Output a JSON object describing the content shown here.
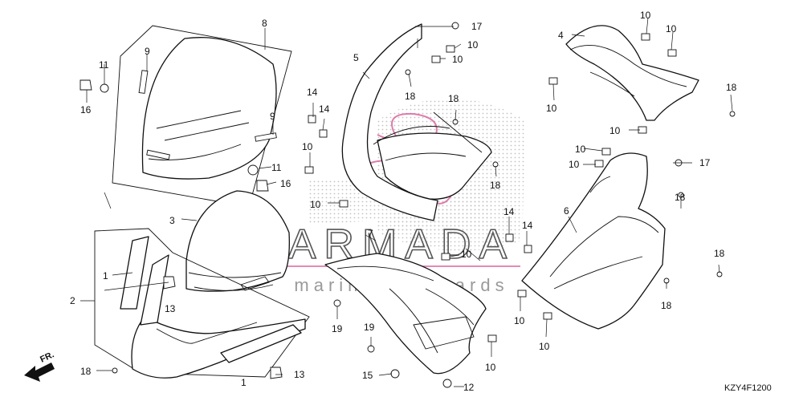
{
  "diagram": {
    "callouts": [
      {
        "label": "1"
      },
      {
        "label": "1"
      },
      {
        "label": "2"
      },
      {
        "label": "3"
      },
      {
        "label": "4"
      },
      {
        "label": "5"
      },
      {
        "label": "6"
      },
      {
        "label": "7"
      },
      {
        "label": "8"
      },
      {
        "label": "9"
      },
      {
        "label": "9"
      },
      {
        "label": "10"
      },
      {
        "label": "10"
      },
      {
        "label": "10"
      },
      {
        "label": "10"
      },
      {
        "label": "10"
      },
      {
        "label": "10"
      },
      {
        "label": "10"
      },
      {
        "label": "10"
      },
      {
        "label": "10"
      },
      {
        "label": "10"
      },
      {
        "label": "10"
      },
      {
        "label": "10"
      },
      {
        "label": "10"
      },
      {
        "label": "10"
      },
      {
        "label": "10"
      },
      {
        "label": "10"
      },
      {
        "label": "11"
      },
      {
        "label": "11"
      },
      {
        "label": "12"
      },
      {
        "label": "13"
      },
      {
        "label": "13"
      },
      {
        "label": "14"
      },
      {
        "label": "14"
      },
      {
        "label": "14"
      },
      {
        "label": "14"
      },
      {
        "label": "15"
      },
      {
        "label": "16"
      },
      {
        "label": "16"
      },
      {
        "label": "17"
      },
      {
        "label": "17"
      },
      {
        "label": "18"
      },
      {
        "label": "18"
      },
      {
        "label": "18"
      },
      {
        "label": "18"
      },
      {
        "label": "18"
      },
      {
        "label": "18"
      },
      {
        "label": "18"
      },
      {
        "label": "18"
      },
      {
        "label": "18"
      },
      {
        "label": "19"
      },
      {
        "label": "19"
      }
    ],
    "direction_label": "FR.",
    "diagram_code": "KZY4F1200"
  },
  "watermark": {
    "brand": "ARMADA",
    "tagline": "marine outboards",
    "dot_color": "#bdbdbd",
    "logo_color": "#d9669e"
  }
}
